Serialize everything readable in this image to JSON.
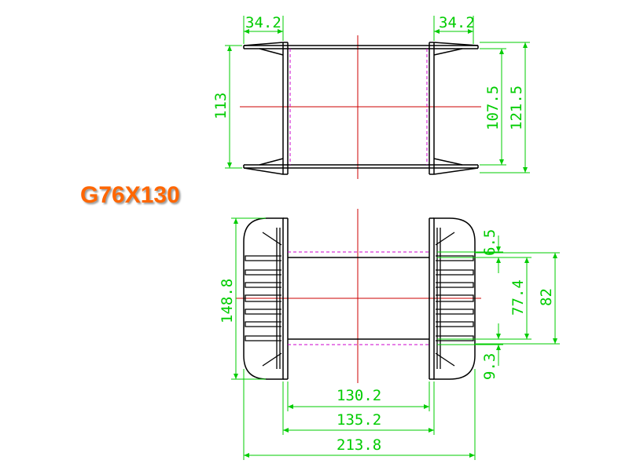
{
  "title": "G76X130",
  "colors": {
    "outline": "#000000",
    "dimension": "#00cc00",
    "centerline": "#cc0000",
    "hidden": "#cc00cc",
    "title": "#ff6600"
  },
  "top_view": {
    "flange_left_width": "34.2",
    "flange_right_width": "34.2",
    "overall_height": "113",
    "inner_height": "107.5",
    "outer_height": "121.5"
  },
  "front_view": {
    "height": "148.8",
    "rib_gap_top": "6.5",
    "window_height": "77.4",
    "core_height": "82",
    "rib_gap_bottom": "9.3",
    "inner_width": "130.2",
    "core_width": "135.2",
    "overall_width": "213.8"
  }
}
